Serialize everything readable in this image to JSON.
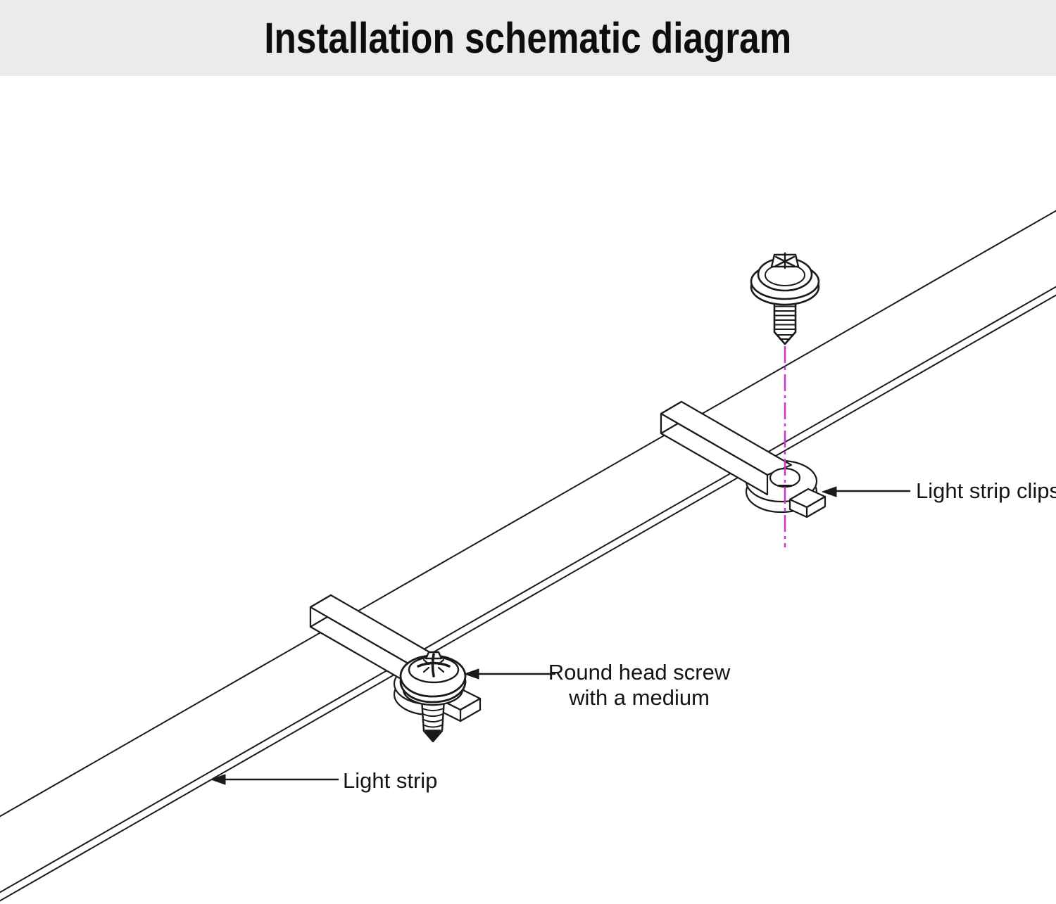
{
  "header": {
    "title": "Installation schematic diagram"
  },
  "labels": {
    "clips": "Light strip clips",
    "screw_line1": "Round head screw",
    "screw_line2": "with a medium",
    "strip": "Light strip"
  },
  "colors": {
    "header_bg": "#eceaec",
    "line": "#1a1a1a",
    "centerline": "#cc33cc",
    "background": "#ffffff"
  }
}
